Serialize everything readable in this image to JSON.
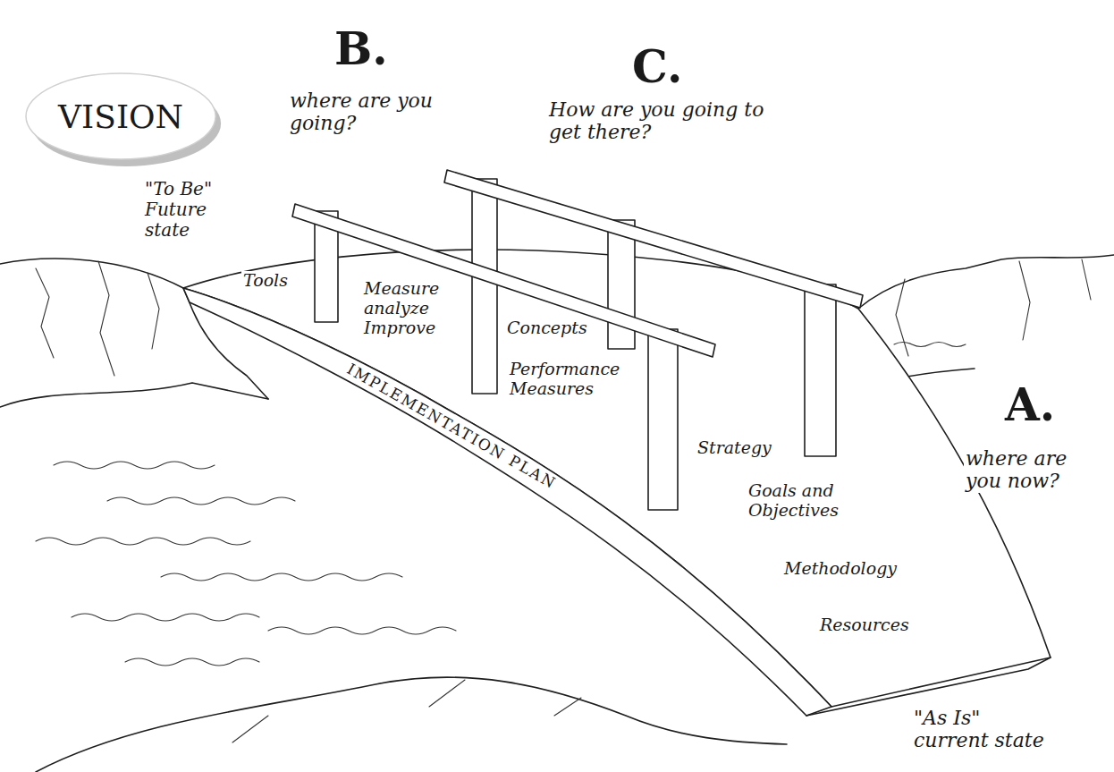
{
  "diagram": {
    "nodes": [
      {
        "text": [
          "VISION"
        ]
      }
    ],
    "labels": [
      "B.",
      "where are you going?",
      "C.",
      "How are you going to get there?",
      "\"To Be\" Future state",
      "Tools",
      "Measure analyze Improve",
      "Concepts",
      "Performance Measures",
      "IMPLEMENTATION PLAN",
      "Strategy",
      "Goals and Objectives",
      "Methodology",
      "Resources",
      "A.",
      "where are you now?",
      "\"As Is\" current state"
    ]
  }
}
